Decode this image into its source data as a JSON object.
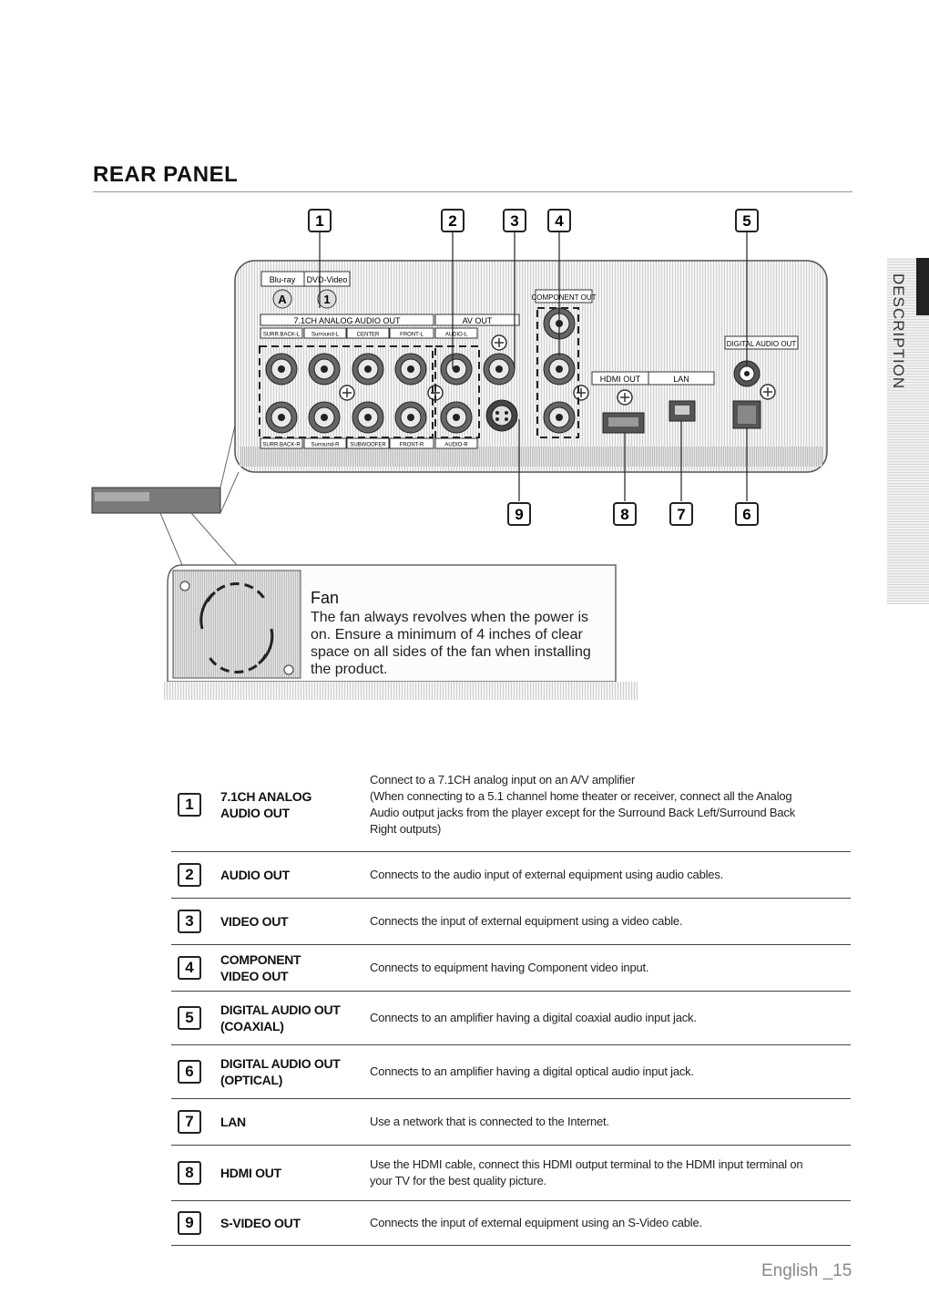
{
  "page": {
    "title": "REAR PANEL",
    "side_tab": "DESCRIPTION",
    "footer": "English _15"
  },
  "callouts": {
    "top": [
      "1",
      "2",
      "3",
      "4",
      "5"
    ],
    "bottom": [
      "9",
      "8",
      "7",
      "6"
    ]
  },
  "panel_labels": {
    "bluray": "Blu-ray",
    "dvd": "DVD-Video",
    "region_a": "A",
    "region_1": "1",
    "analog_out": "7.1CH ANALOG AUDIO OUT",
    "av_out": "AV OUT",
    "component_out": "COMPONENT OUT",
    "hdmi_out": "HDMI OUT",
    "lan": "LAN",
    "digital_audio_out": "DIGITAL AUDIO OUT",
    "top_row": [
      "SURR.BACK-L",
      "Surround-L",
      "CENTER",
      "FRONT-L",
      "AUDIO-L"
    ],
    "bottom_row": [
      "SURR.BACK-R",
      "Surround-R",
      "SUBWOOFER",
      "FRONT-R",
      "AUDIO-R"
    ]
  },
  "fan": {
    "title": "Fan",
    "text": "The fan always revolves when the power is on. Ensure a minimum of 4 inches of clear space on all sides of the fan when installing the product."
  },
  "table": [
    {
      "num": "1",
      "term": [
        "7.1CH ANALOG",
        "AUDIO OUT"
      ],
      "desc": [
        "Connect to a 7.1CH analog input on an A/V amplifier",
        "(When connecting to a 5.1 channel home theater or receiver, connect all the Analog",
        "Audio output jacks from the player except for the Surround Back Left/Surround Back",
        "Right outputs)"
      ]
    },
    {
      "num": "2",
      "term": [
        "AUDIO OUT"
      ],
      "desc": [
        "Connects to the audio input of external equipment using audio cables."
      ]
    },
    {
      "num": "3",
      "term": [
        "VIDEO OUT"
      ],
      "desc": [
        "Connects the input of external equipment using a video cable."
      ]
    },
    {
      "num": "4",
      "term": [
        "COMPONENT",
        "VIDEO OUT"
      ],
      "desc": [
        "Connects to equipment having Component video input."
      ]
    },
    {
      "num": "5",
      "term": [
        "DIGITAL AUDIO OUT",
        "(COAXIAL)"
      ],
      "desc": [
        "Connects to an amplifier having a digital coaxial audio input jack."
      ]
    },
    {
      "num": "6",
      "term": [
        "DIGITAL AUDIO OUT",
        "(OPTICAL)"
      ],
      "desc": [
        "Connects to an amplifier having a digital optical audio input jack."
      ]
    },
    {
      "num": "7",
      "term": [
        "LAN"
      ],
      "desc": [
        "Use a network that is connected to the Internet."
      ]
    },
    {
      "num": "8",
      "term": [
        "HDMI OUT"
      ],
      "desc": [
        "Use the HDMI cable, connect this HDMI output terminal to the HDMI input terminal on",
        "your TV for the best quality picture."
      ]
    },
    {
      "num": "9",
      "term": [
        "S-VIDEO OUT"
      ],
      "desc": [
        "Connects the input of external equipment using an S-Video cable."
      ]
    }
  ]
}
